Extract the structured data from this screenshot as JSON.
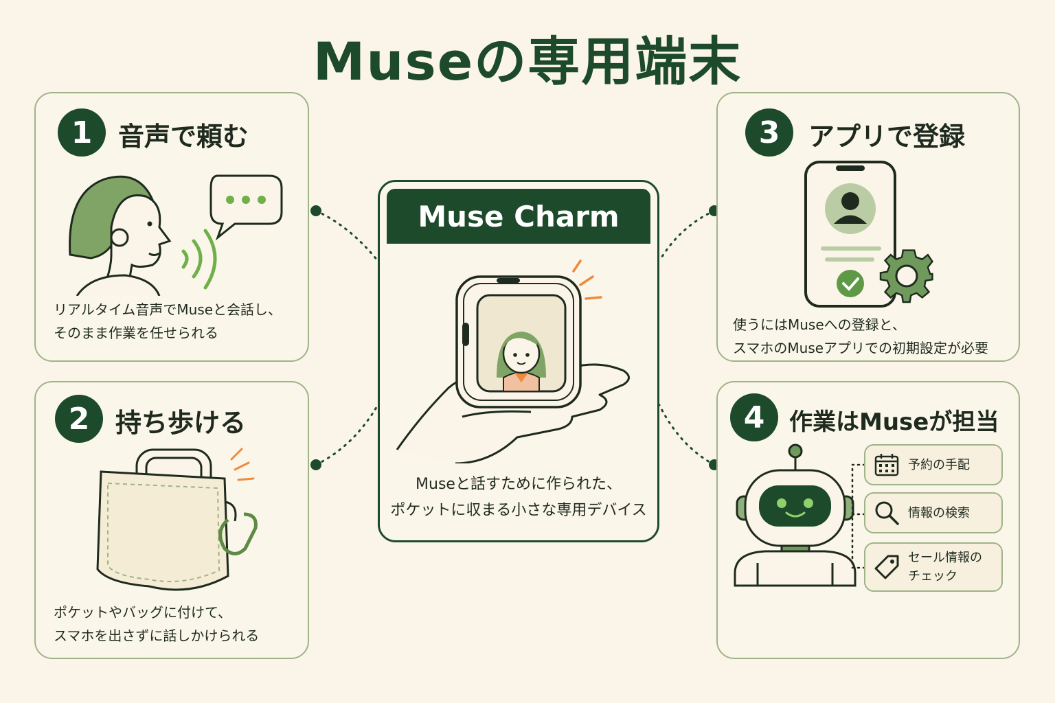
{
  "title": "Museの専用端末",
  "center": {
    "header": "Muse Charm",
    "desc_lines": [
      "Museと話すために作られた、",
      "ポケットに収まる小さな専用デバイス"
    ]
  },
  "cards": [
    {
      "number": "1",
      "title": "音声で頼む",
      "desc_lines": [
        "リアルタイム音声でMuseと会話し、",
        "そのまま作業を任せられる"
      ]
    },
    {
      "number": "2",
      "title": "持ち歩ける",
      "desc_lines": [
        "ポケットやバッグに付けて、",
        "スマホを出さずに話しかけられる"
      ]
    },
    {
      "number": "3",
      "title": "アプリで登録",
      "desc_lines": [
        "使うにはMuseへの登録と、",
        "スマホのMuseアプリでの初期設定が必要"
      ]
    },
    {
      "number": "4",
      "title": "作業はMuseが担当",
      "tasks": [
        {
          "icon": "calendar-icon",
          "label_lines": [
            "予約の手配"
          ]
        },
        {
          "icon": "search-icon",
          "label_lines": [
            "情報の検索"
          ]
        },
        {
          "icon": "tag-icon",
          "label_lines": [
            "セール情報の",
            "チェック"
          ]
        }
      ]
    }
  ],
  "colors": {
    "dark_green": "#1c4a2b",
    "mid_green": "#6f9a5b",
    "light_green": "#9fb388",
    "accent_orange": "#ee8a3c",
    "background": "#faf5e8"
  }
}
